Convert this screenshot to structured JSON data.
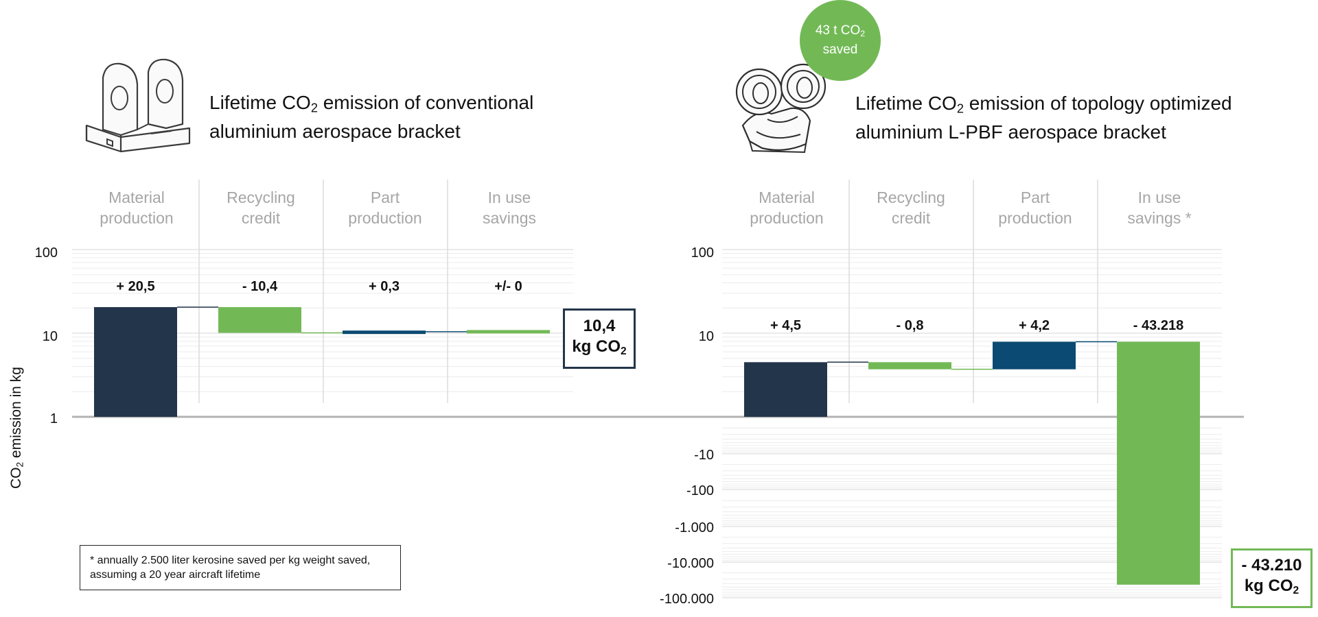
{
  "left_panel": {
    "title_prefix": "Lifetime CO",
    "title_sub": "2",
    "title_line1_rest": " emission of conventional",
    "title_line2": "aluminium aerospace bracket",
    "total_value": "10,4",
    "total_unit_prefix": "kg CO",
    "total_unit_sub": "2"
  },
  "right_panel": {
    "title_prefix": "Lifetime CO",
    "title_sub": "2",
    "title_line1_rest": " emission of topology optimized",
    "title_line2": "aluminium L-PBF aerospace bracket",
    "total_value": "- 43.210",
    "total_unit_prefix": "kg CO",
    "total_unit_sub": "2"
  },
  "badge": {
    "line1_prefix": "43 t CO",
    "line1_sub": "2",
    "line2": "saved"
  },
  "y_axis_label": {
    "prefix": "CO",
    "sub": "2",
    "rest": " emission in kg"
  },
  "footnote": {
    "line1": "* annually 2.500 liter kerosine saved per kg weight saved,",
    "line2": "assuming a 20 year aircraft lifetime"
  },
  "colors": {
    "dark_navy": "#23354a",
    "green": "#72b956",
    "blue": "#0b4a72",
    "header_gray": "#a6a6a6",
    "axis_gray": "#b3b3b3"
  },
  "icons": [
    "bracket-conventional-illustration",
    "bracket-topology-optimized-illustration"
  ],
  "chart_data": [
    {
      "type": "bar",
      "subtype": "waterfall",
      "y_scale": "log",
      "ylim": [
        1,
        100
      ],
      "yticks": [
        "100",
        "10",
        "1"
      ],
      "ylabel": "CO2 emission in kg",
      "categories": [
        "Material production",
        "Recycling credit",
        "Part production",
        "In use savings"
      ],
      "category_labels": [
        [
          "Material",
          "production"
        ],
        [
          "Recycling",
          "credit"
        ],
        [
          "Part",
          "production"
        ],
        [
          "In use",
          "savings"
        ]
      ],
      "deltas": [
        20.5,
        -10.4,
        0.3,
        0
      ],
      "data_labels": [
        "+ 20,5",
        "- 10,4",
        "+ 0,3",
        "+/- 0"
      ],
      "bar_colors": [
        "#23354a",
        "#72b956",
        "#0b4a72",
        "#72b956"
      ],
      "total": 10.4
    },
    {
      "type": "bar",
      "subtype": "waterfall",
      "y_scale": "symlog",
      "ylim": [
        -100000,
        100
      ],
      "yticks_positive": [
        "100",
        "10"
      ],
      "yticks_negative": [
        "-10",
        "-100",
        "-1.000",
        "-10.000",
        "-100.000"
      ],
      "categories": [
        "Material production",
        "Recycling credit",
        "Part production",
        "In use savings *"
      ],
      "category_labels": [
        [
          "Material",
          "production"
        ],
        [
          "Recycling",
          "credit"
        ],
        [
          "Part",
          "production"
        ],
        [
          "In use",
          "savings *"
        ]
      ],
      "deltas": [
        4.5,
        -0.8,
        4.2,
        -43218
      ],
      "data_labels": [
        "+ 4,5",
        "- 0,8",
        "+ 4,2",
        "- 43.218"
      ],
      "bar_colors": [
        "#23354a",
        "#72b956",
        "#0b4a72",
        "#72b956"
      ],
      "total": -43210
    }
  ]
}
